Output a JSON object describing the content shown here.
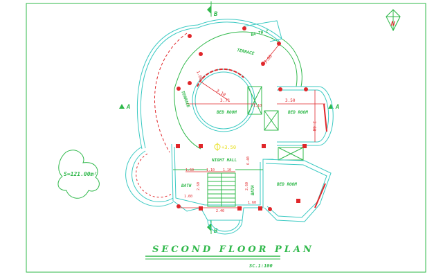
{
  "drawing": {
    "title": "SECOND FLOOR PLAN",
    "scale": "SC.1:100",
    "area_label": "S=121.00m²",
    "level_label": "+3.50",
    "north_label": "N"
  },
  "section_markers": {
    "a_left": "A",
    "a_right": "A",
    "b_top": "B",
    "b_bottom": "B"
  },
  "rooms": {
    "bath2": "BA TH 2",
    "terrace_top": "TERRACE",
    "terrace_left": "TERRACE",
    "bed_room_1": "BED ROOM",
    "bed_room_2": "BED ROOM",
    "bed_room_3": "BED ROOM",
    "night_hall": "NIGHT HALL",
    "bath_left": "BATH",
    "bath_right": "BATH"
  },
  "dimensions": {
    "d1": "1.00",
    "d2": "3.71",
    "d3": "3.10",
    "d4": "3.50",
    "d5": "3.80",
    "d6": "3.60",
    "d7": "1.10",
    "d8": "1.10",
    "d9": "1.10",
    "d10": "1.60",
    "d11": "2.60",
    "d12": "2.60",
    "d13": "1.60",
    "d14": "2.40",
    "d15": "1.60",
    "d16": "6.40"
  },
  "colors": {
    "lines": "#2fb84a",
    "walls": "#39c9c2",
    "marks": "#e0262a",
    "level": "#e8e020"
  }
}
